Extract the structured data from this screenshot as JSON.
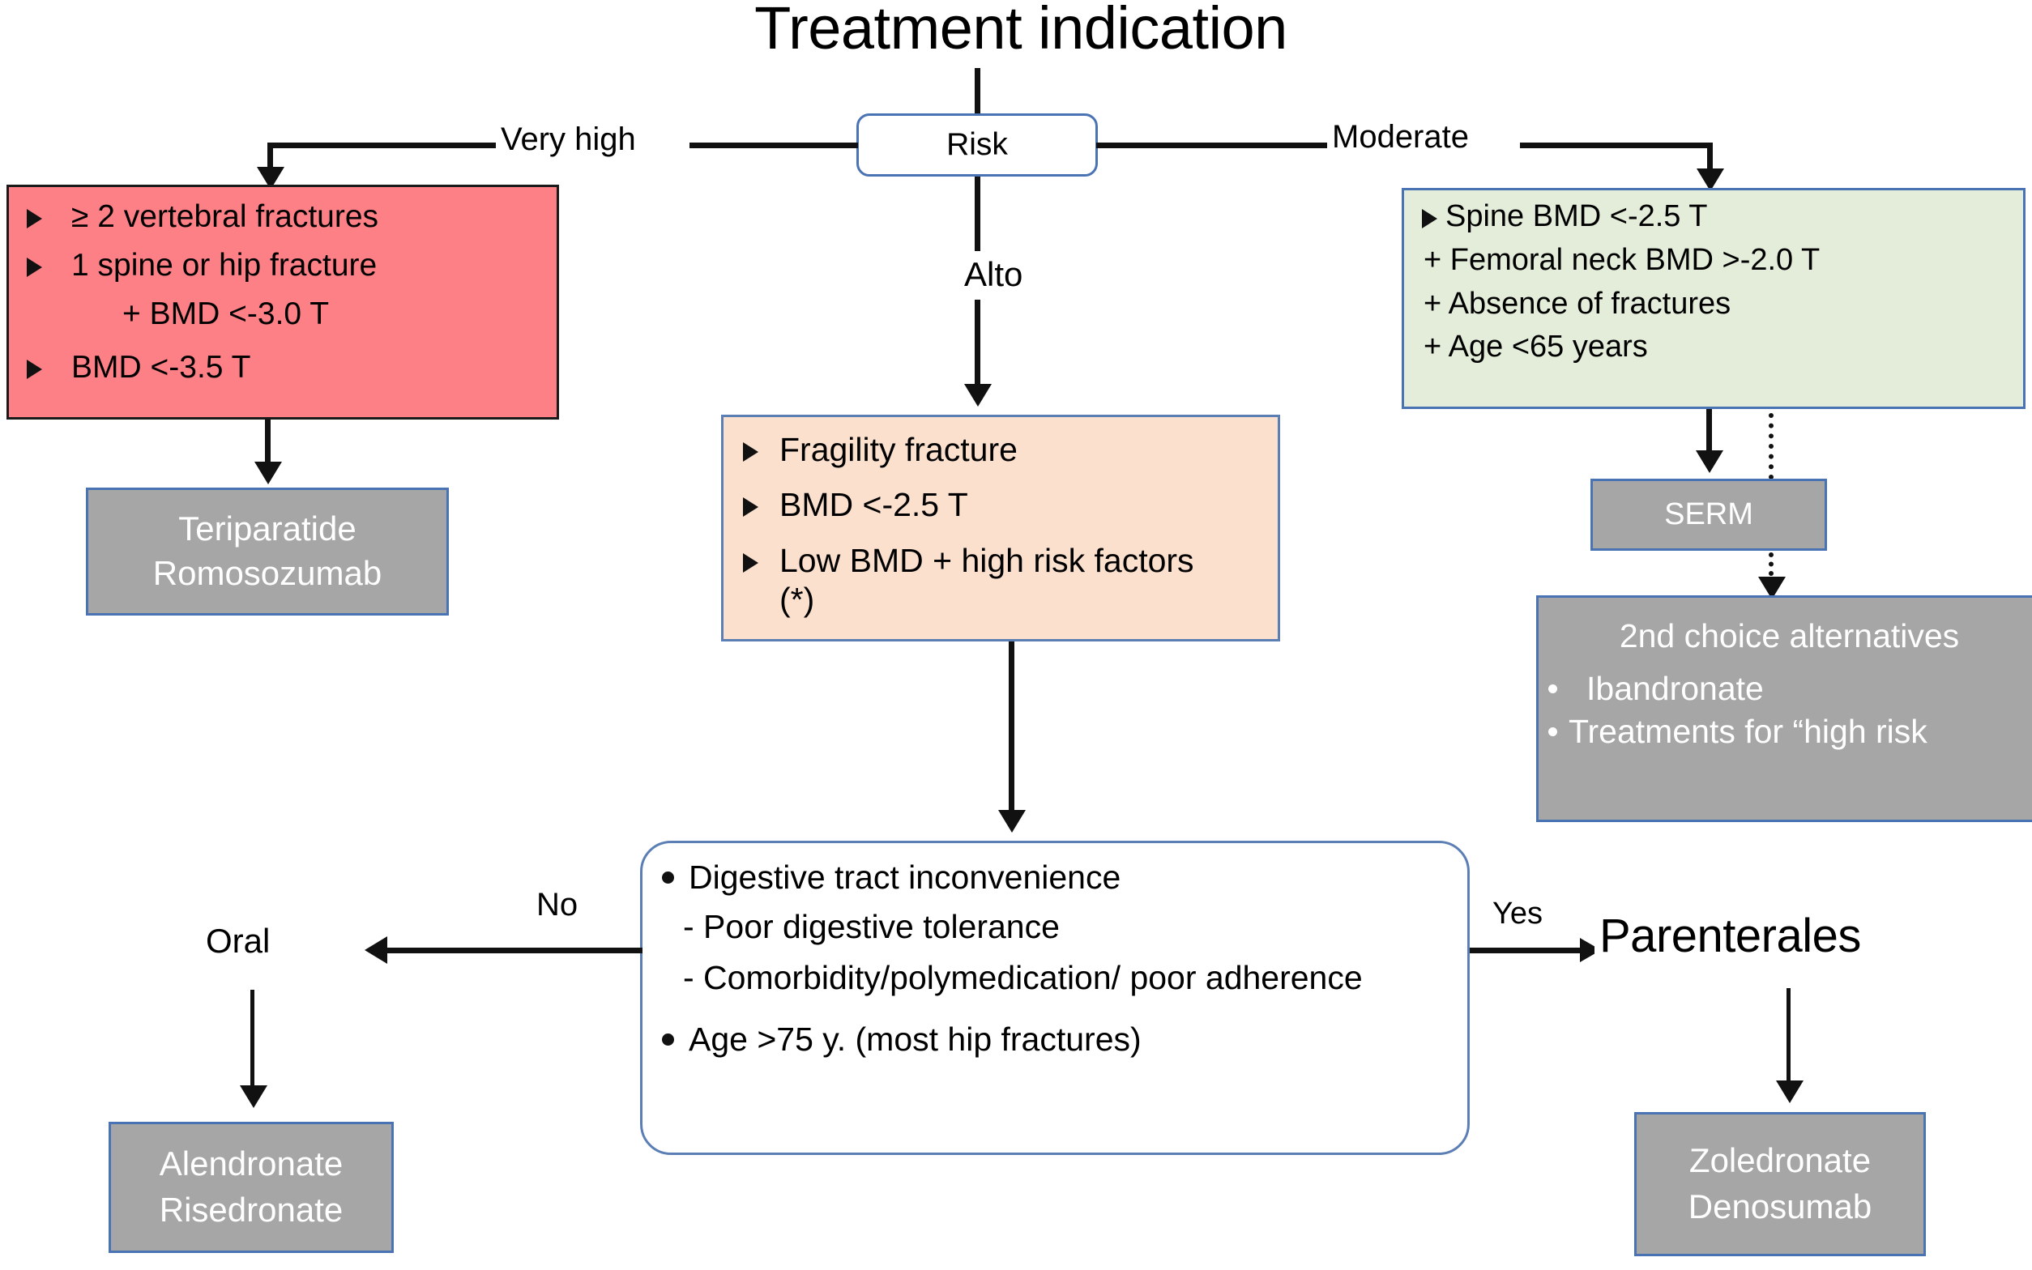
{
  "title": "Treatment indication",
  "nodes": {
    "risk": {
      "label": "Risk"
    },
    "very_high_box": {
      "items": [
        "≥ 2 vertebral fractures",
        "1 spine or hip fracture",
        "+ BMD <-3.0 T",
        "BMD <-3.5 T"
      ]
    },
    "very_high_treatment": {
      "line1": "Teriparatide",
      "line2": "Romosozumab"
    },
    "high_box": {
      "items": [
        "Fragility fracture",
        "BMD <-2.5 T",
        "Low BMD + high risk factors (*)"
      ]
    },
    "moderate_box": {
      "items": [
        "Spine BMD <-2.5 T",
        "+ Femoral neck BMD >-2.0 T",
        "+ Absence of fractures",
        "+ Age <65 years"
      ]
    },
    "serm": {
      "label": "SERM"
    },
    "second_choice": {
      "heading": "2nd choice alternatives",
      "items": [
        "Ibandronate",
        "Treatments for “high risk"
      ]
    },
    "decision": {
      "bullet1": "Digestive tract inconvenience",
      "sub1": "- Poor digestive tolerance",
      "sub2": "- Comorbidity/polymedication/ poor adherence",
      "bullet2": "Age >75 y. (most hip fractures)"
    },
    "oral_treatment": {
      "line1": "Alendronate",
      "line2": "Risedronate"
    },
    "parenteral_treatment": {
      "line1": "Zoledronate",
      "line2": "Denosumab"
    }
  },
  "edge_labels": {
    "very_high": "Very high",
    "moderate": "Moderate",
    "alto": "Alto",
    "no": "No",
    "yes": "Yes",
    "oral": "Oral",
    "parenterales": "Parenterales"
  },
  "colors": {
    "very_high_fill": "#FC8086",
    "high_fill": "#FBE0CE",
    "moderate_fill": "#E3EDD9",
    "treatment_fill": "#A6A6A6",
    "box_border_blue": "#4A73B4",
    "line": "#111111",
    "white_text": "#FFFFFF"
  }
}
